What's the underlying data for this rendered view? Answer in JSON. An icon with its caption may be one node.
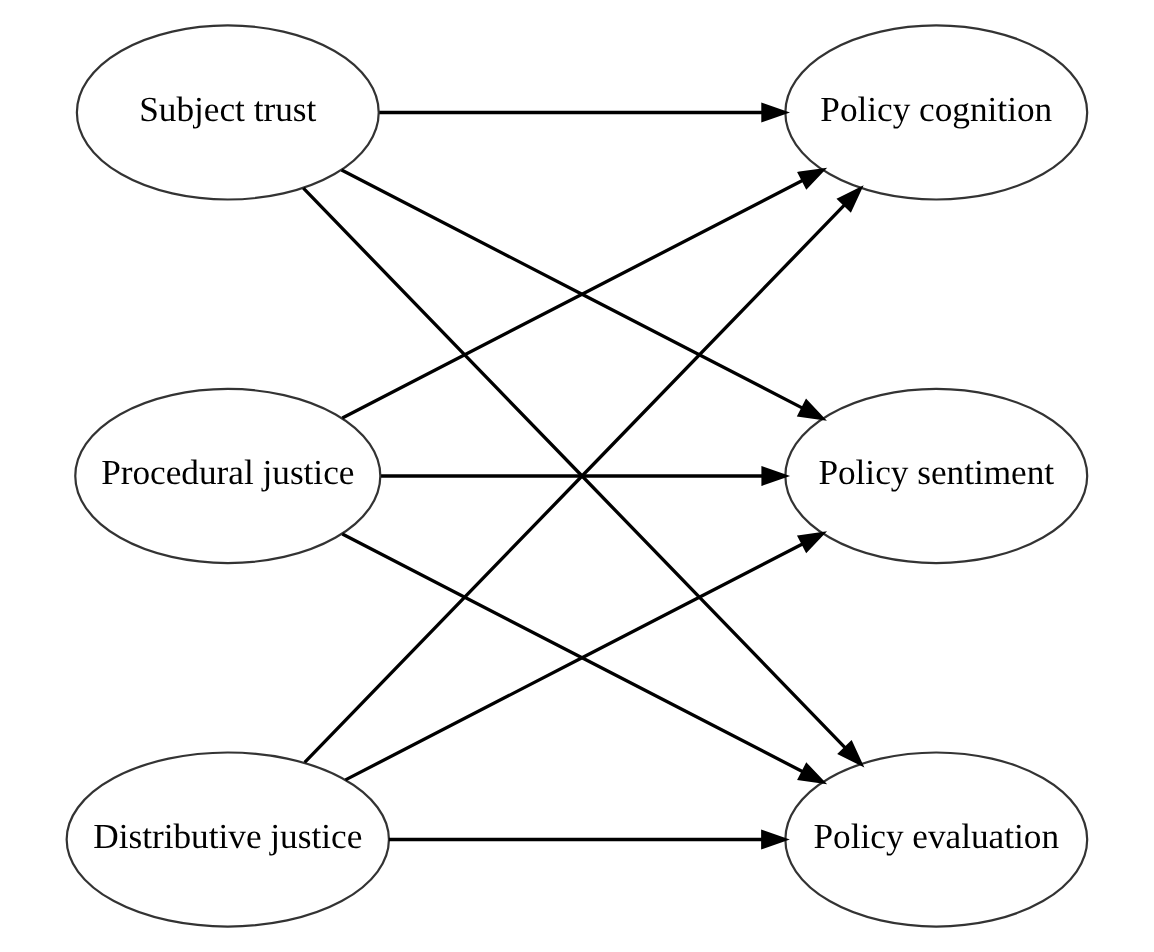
{
  "diagram": {
    "nodes": [
      {
        "text": [
          "Subject trust"
        ]
      },
      {
        "text": [
          "Procedural justice"
        ]
      },
      {
        "text": [
          "Distributive justice"
        ]
      },
      {
        "text": [
          "Policy cognition"
        ]
      },
      {
        "text": [
          "Policy sentiment"
        ]
      },
      {
        "text": [
          "Policy evaluation"
        ]
      }
    ],
    "edges": [
      {
        "from": 0,
        "to": 3,
        "arrow": "to"
      },
      {
        "from": 0,
        "to": 4,
        "arrow": "to"
      },
      {
        "from": 0,
        "to": 5,
        "arrow": "to"
      },
      {
        "from": 1,
        "to": 3,
        "arrow": "to"
      },
      {
        "from": 1,
        "to": 4,
        "arrow": "to"
      },
      {
        "from": 1,
        "to": 5,
        "arrow": "to"
      },
      {
        "from": 2,
        "to": 3,
        "arrow": "to"
      },
      {
        "from": 2,
        "to": 4,
        "arrow": "to"
      },
      {
        "from": 2,
        "to": 5,
        "arrow": "to"
      }
    ]
  }
}
